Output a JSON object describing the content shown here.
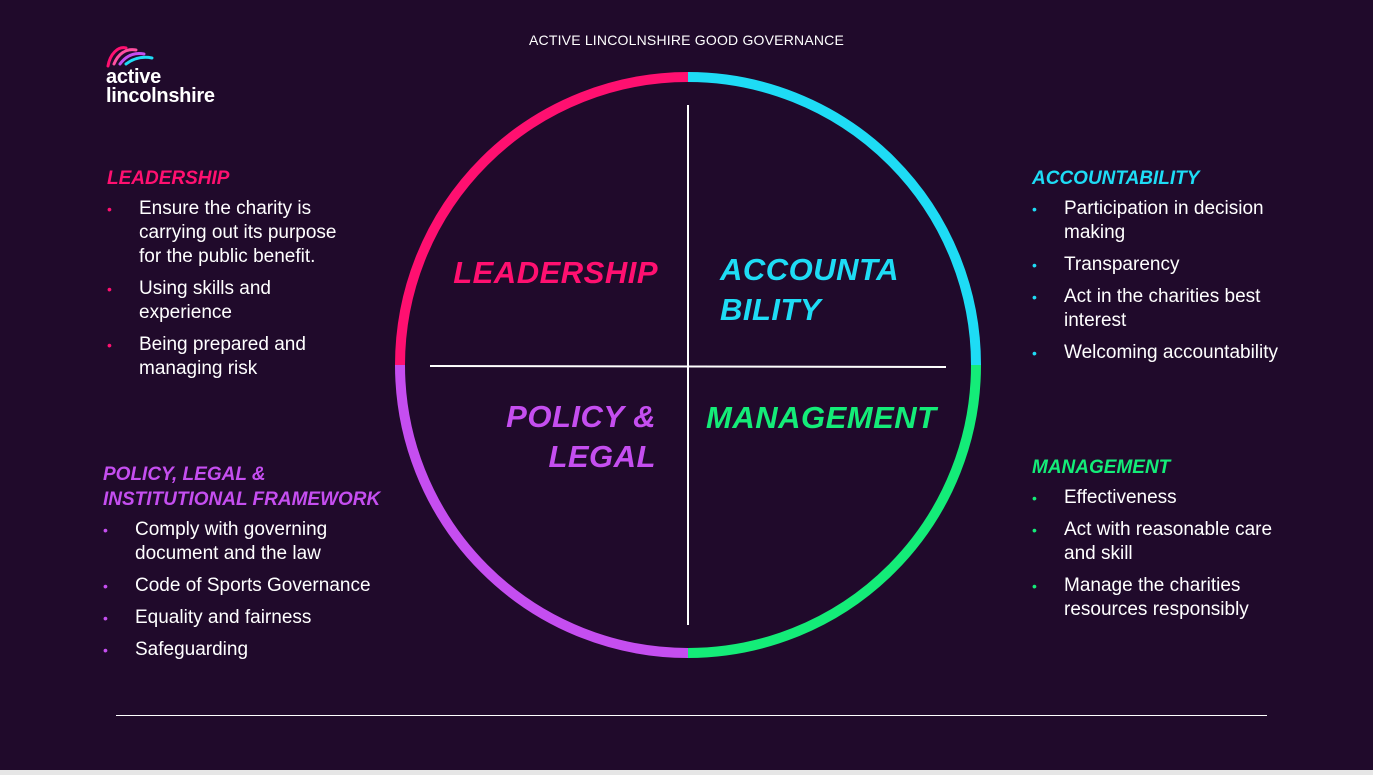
{
  "page": {
    "title": "ACTIVE LINCOLNSHIRE GOOD GOVERNANCE"
  },
  "logo": {
    "line1": "active",
    "line2": "lincolnshire"
  },
  "colors": {
    "background": "#200a2b",
    "leadership": "#ff1070",
    "accountability": "#1edcf5",
    "policy": "#c54ef0",
    "management": "#14ec78"
  },
  "diagram": {
    "quadrants": {
      "leadership": {
        "label": "LEADERSHIP"
      },
      "accountability": {
        "label_line1": "ACCOUNTA",
        "label_line2": "BILITY"
      },
      "policy": {
        "label_line1": "POLICY &",
        "label_line2": "LEGAL"
      },
      "management": {
        "label": "MANAGEMENT"
      }
    }
  },
  "sections": {
    "leadership": {
      "heading": "LEADERSHIP",
      "items": [
        {
          "line1": "Ensure the charity is",
          "line2": "carrying out its purpose",
          "line3": "for the public benefit."
        },
        {
          "line1": "Using skills and",
          "line2": "experience"
        },
        {
          "line1": "Being prepared and",
          "line2": "managing risk"
        }
      ]
    },
    "policy": {
      "heading_line1": "POLICY, LEGAL &",
      "heading_line2": "INSTITUTIONAL FRAMEWORK",
      "items": [
        {
          "line1": "Comply with governing",
          "line2": "document and the law"
        },
        {
          "line1": "Code of Sports Governance"
        },
        {
          "line1": "Equality and fairness"
        },
        {
          "line1": "Safeguarding"
        }
      ]
    },
    "accountability": {
      "heading": "ACCOUNTABILITY",
      "items": [
        {
          "line1": "Participation in decision",
          "line2": "making"
        },
        {
          "line1": "Transparency"
        },
        {
          "line1": "Act in the charities best",
          "line2": "interest"
        },
        {
          "line1": "Welcoming accountability"
        }
      ]
    },
    "management": {
      "heading": "MANAGEMENT",
      "items": [
        {
          "line1": "Effectiveness"
        },
        {
          "line1": "Act with reasonable care",
          "line2": "and skill"
        },
        {
          "line1": "Manage the charities",
          "line2": "resources responsibly"
        }
      ]
    }
  }
}
